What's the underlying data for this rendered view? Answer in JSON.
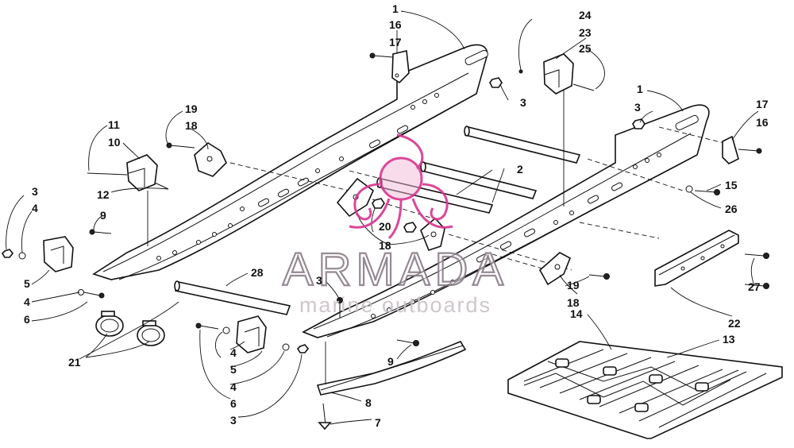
{
  "watermark": {
    "brand": "ARMADA",
    "tagline": "marine outboards",
    "color": "#d9348f"
  },
  "callouts": {
    "c1a": "1",
    "c16a": "16",
    "c17a": "17",
    "c24": "24",
    "c23": "23",
    "c25": "25",
    "c3a": "3",
    "c1b": "1",
    "c3b": "3",
    "c17b": "17",
    "c16b": "16",
    "c19a": "19",
    "c18a": "18",
    "c11": "11",
    "c10": "10",
    "c12": "12",
    "c2": "2",
    "c15": "15",
    "c26": "26",
    "c9a": "9",
    "c3c": "3",
    "c4a": "4",
    "c5a": "5",
    "c4b": "4",
    "c6a": "6",
    "c20": "20",
    "c18b": "18",
    "c28": "28",
    "c3d": "3",
    "c19b": "19",
    "c18c": "18",
    "c27": "27",
    "c22": "22",
    "c14": "14",
    "c13": "13",
    "c21": "21",
    "c4c": "4",
    "c5b": "5",
    "c4d": "4",
    "c6b": "6",
    "c3e": "3",
    "c9b": "9",
    "c8": "8",
    "c7": "7"
  }
}
